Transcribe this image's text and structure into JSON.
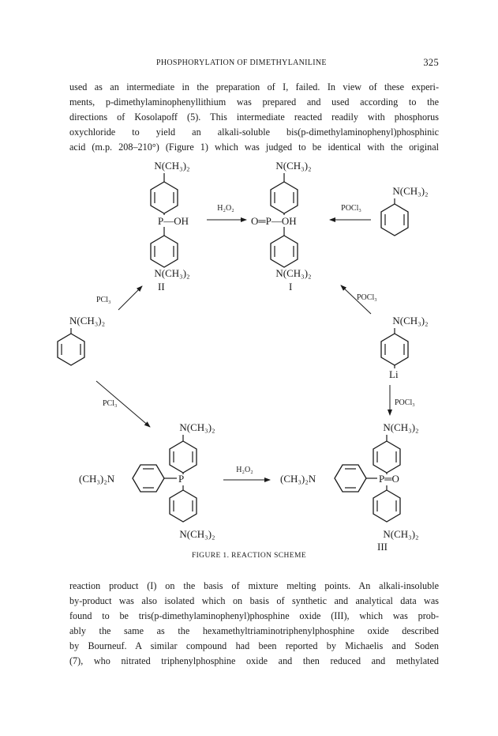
{
  "header": {
    "running_title": "PHOSPHORYLATION OF DIMETHYLANILINE",
    "page_number": "325"
  },
  "paragraph_top": [
    "used as an intermediate in the preparation of I, failed. In view of these experi-",
    "ments, p-dimethylaminophenyllithium was prepared and used according to the",
    "directions of Kosolapoff (5). This intermediate reacted readily with phosphorus",
    "oxychloride to yield an alkali-soluble bis(p-dimethylaminophenyl)phosphinic",
    "acid (m.p. 208–210°) (Figure 1) which was judged to be identical with the original"
  ],
  "scheme": {
    "nme2": "N(CH₃)₂",
    "me2n": "(CH₃)₂N",
    "compound_II_p": "P—OH",
    "compound_I_center": "O═P—OH",
    "compound_III_P": "P═O",
    "triaryl_P": "P",
    "lithium": "Li",
    "label_I": "I",
    "label_II": "II",
    "label_III": "III",
    "reagent_h2o2": "H₂O₂",
    "reagent_pocl3": "POCl₃",
    "reagent_pcl3": "PCl₃"
  },
  "figure_caption": "FIGURE 1. REACTION SCHEME",
  "paragraph_bottom": [
    "reaction product (I) on the basis of mixture melting points. An alkali-insoluble",
    "by-product was also isolated which on basis of synthetic and analytical data was",
    "found to be tris(p-dimethylaminophenyl)phosphine oxide (III), which was prob-",
    "ably the same as the hexamethyltriaminotriphenylphosphine oxide described",
    "by Bourneuf. A similar compound had been reported by Michaelis and Soden",
    "(7), who nitrated triphenylphosphine oxide and then reduced and methylated"
  ]
}
